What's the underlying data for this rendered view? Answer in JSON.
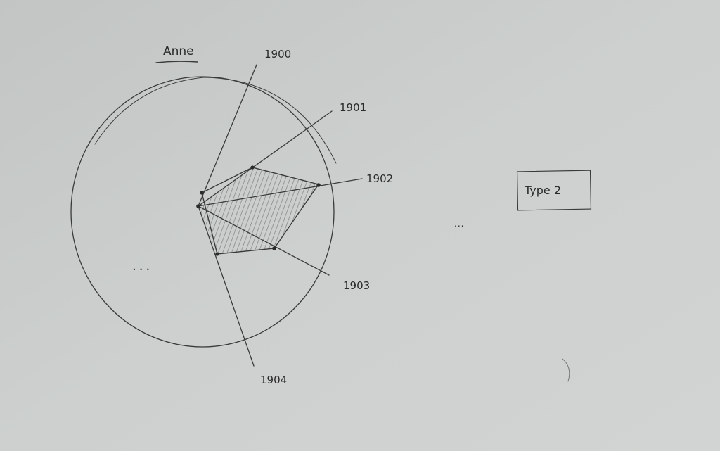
{
  "diagram": {
    "title": "Anne",
    "axes": [
      "1900",
      "1901",
      "1902",
      "1903",
      "1904"
    ],
    "ellipsis_inside": "...",
    "ellipsis_between": "...",
    "type_box_label": "Type 2",
    "colors": {
      "paper": "#c9cccb",
      "pencil": "#3a3a3a",
      "hatch": "#8f9392"
    }
  }
}
